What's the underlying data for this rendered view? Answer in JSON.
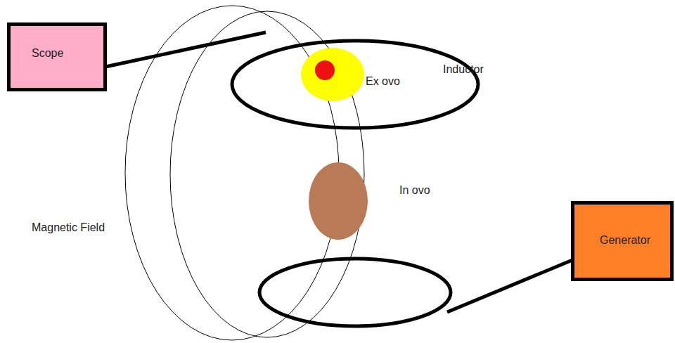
{
  "diagram": {
    "nodes": [
      {
        "text": [
          "Scope"
        ]
      },
      {
        "text": [
          "Generator"
        ]
      }
    ],
    "labels": [
      "Inductor",
      "Ex ovo",
      "In ovo",
      "Magnetic Field"
    ]
  }
}
